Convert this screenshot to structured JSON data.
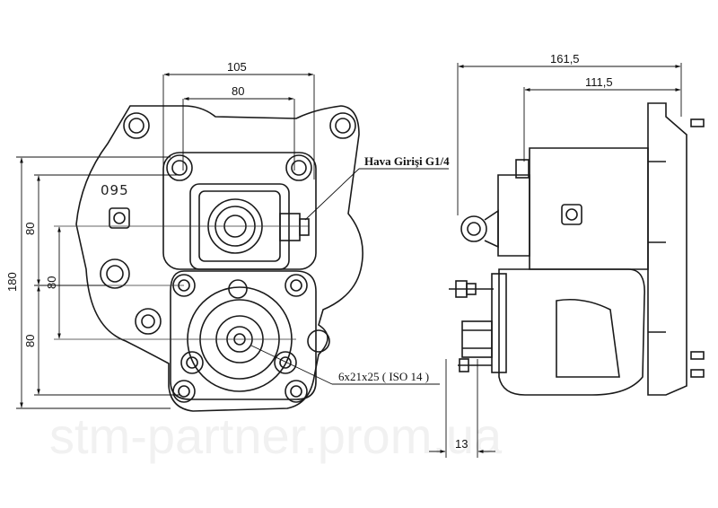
{
  "diagram": {
    "part_number": "095",
    "dimensions": {
      "top_outer": "105",
      "top_inner": "80",
      "left_total": "180",
      "left_upper": "80",
      "left_mid": "80",
      "left_lower": "80",
      "side_total": "161,5",
      "side_inner": "111,5",
      "bottom_offset": "13"
    },
    "callouts": {
      "air_inlet": "Hava Girişi G1/4",
      "shaft_spec": "6x21x25 ( ISO 14 )"
    },
    "watermark": "stm-partner.prom.ua",
    "colors": {
      "line": "#1a1a1a",
      "watermark": "#f1f1f1"
    }
  }
}
